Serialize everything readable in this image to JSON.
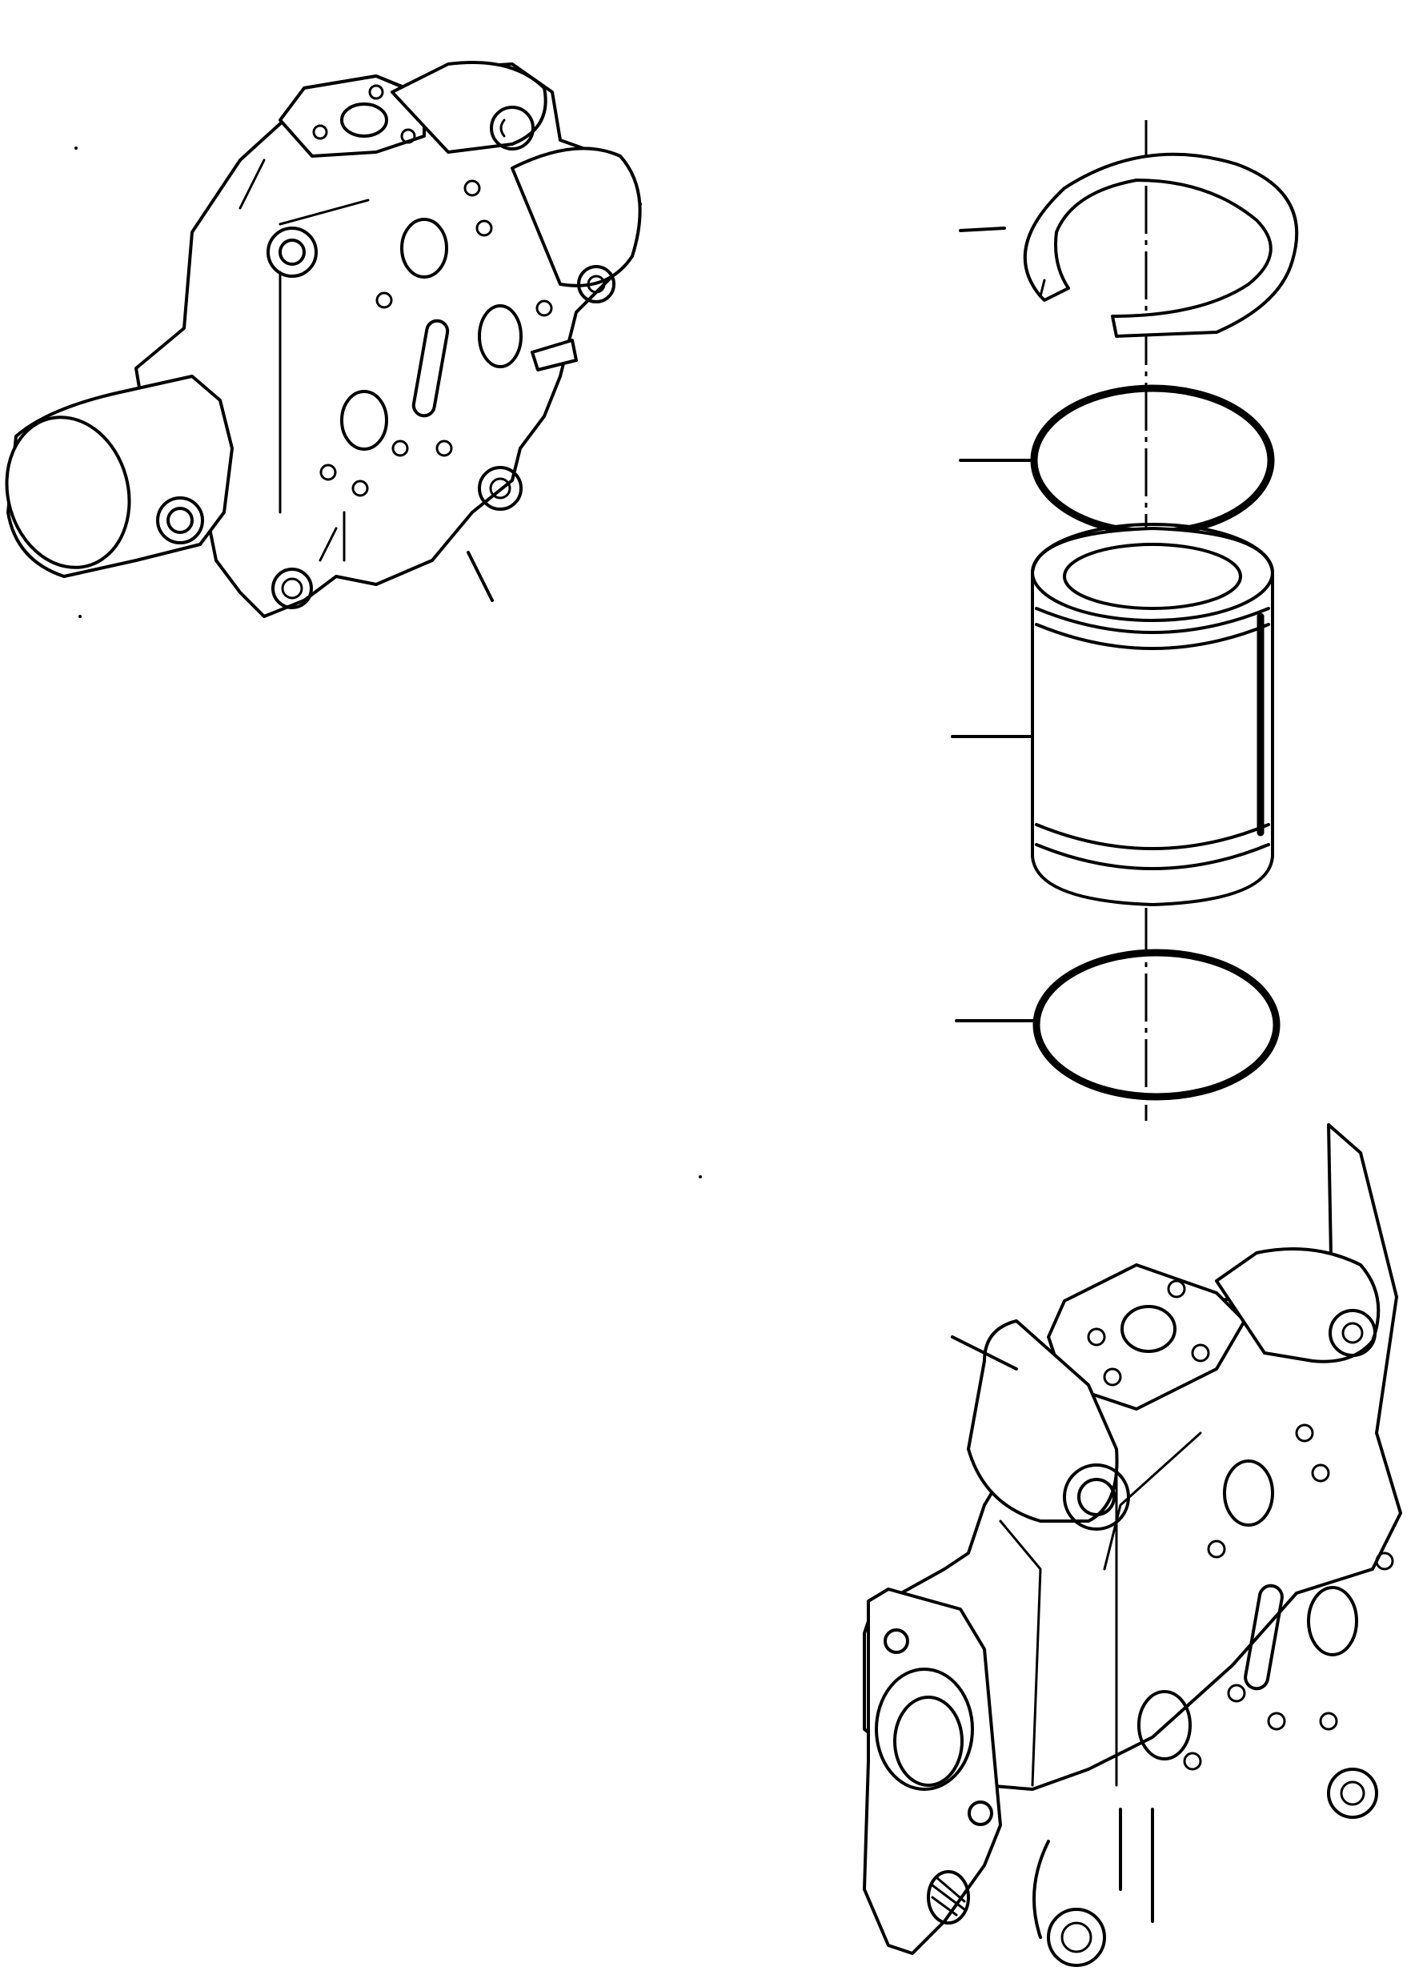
{
  "figure": {
    "type": "exploded parts diagram",
    "components": [
      "valve-body-rear-view",
      "snap-ring",
      "o-ring-upper",
      "sleeve",
      "o-ring-lower",
      "valve-body-front-view"
    ]
  }
}
